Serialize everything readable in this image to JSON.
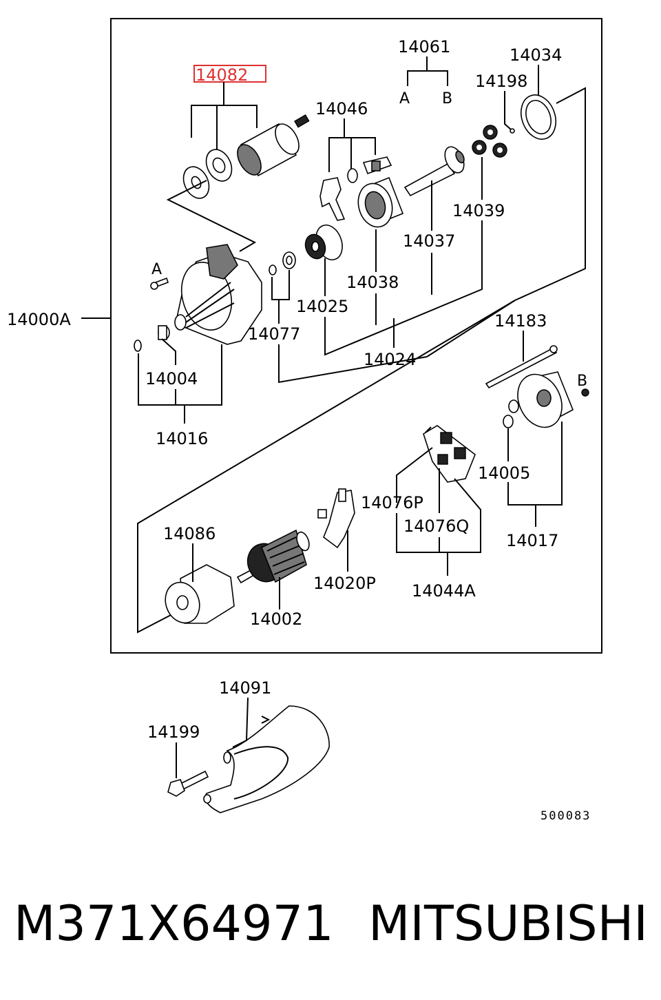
{
  "diagram": {
    "highlight_color": "#e03030",
    "labels": {
      "p14000A": "14000A",
      "p14082": "14082",
      "p14061": "14061",
      "p14061_a": "A",
      "p14061_b": "B",
      "p14034": "14034",
      "p14198": "14198",
      "p14046": "14046",
      "p14039": "14039",
      "p14037": "14037",
      "pA": "A",
      "p14038": "14038",
      "p14025": "14025",
      "p14077": "14077",
      "p14024": "14024",
      "p14004": "14004",
      "p14016": "14016",
      "p14183": "14183",
      "pB": "B",
      "p14005": "14005",
      "p14017": "14017",
      "p14076P": "14076P",
      "p14076Q": "14076Q",
      "p14086": "14086",
      "p14002": "14002",
      "p14020P": "14020P",
      "p14044A": "14044A",
      "p14091": "14091",
      "p14199": "14199"
    },
    "drawing_code": "500083"
  },
  "footer": {
    "part_number": "M371X64971",
    "brand": "MITSUBISHI"
  }
}
